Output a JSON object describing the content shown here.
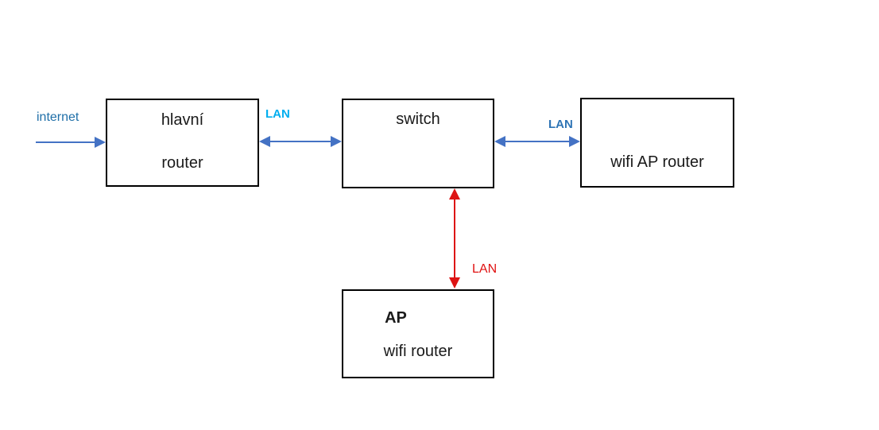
{
  "diagram": {
    "title": "home network topology diagram",
    "nodes": [
      {
        "id": "main-router",
        "lines": [
          "hlavní",
          "router"
        ]
      },
      {
        "id": "switch",
        "lines": [
          "switch"
        ]
      },
      {
        "id": "wifi-ap-router",
        "lines": [
          "wifi AP router"
        ]
      },
      {
        "id": "ap-wifi-router",
        "lines": [
          "AP",
          "wifi router"
        ]
      }
    ],
    "edges": [
      {
        "from": "internet",
        "to": "main-router",
        "label": "internet",
        "direction": "one-way",
        "color": "#4472c4"
      },
      {
        "from": "main-router",
        "to": "switch",
        "label": "LAN",
        "direction": "two-way",
        "color": "#4472c4"
      },
      {
        "from": "switch",
        "to": "wifi-ap-router",
        "label": "LAN",
        "direction": "two-way",
        "color": "#4472c4"
      },
      {
        "from": "switch",
        "to": "ap-wifi-router",
        "label": "LAN",
        "direction": "two-way",
        "color": "#dd1414"
      }
    ]
  },
  "colors": {
    "arrow_blue": "#4472c4",
    "arrow_red": "#dd1414",
    "label_internet": "#1f6fa8",
    "label_lan_cyan": "#00aeef",
    "label_lan_blue": "#2e74b5",
    "label_lan_red": "#e01212",
    "box_border": "#000000",
    "box_text": "#1a1a1a",
    "background": "#ffffff"
  }
}
